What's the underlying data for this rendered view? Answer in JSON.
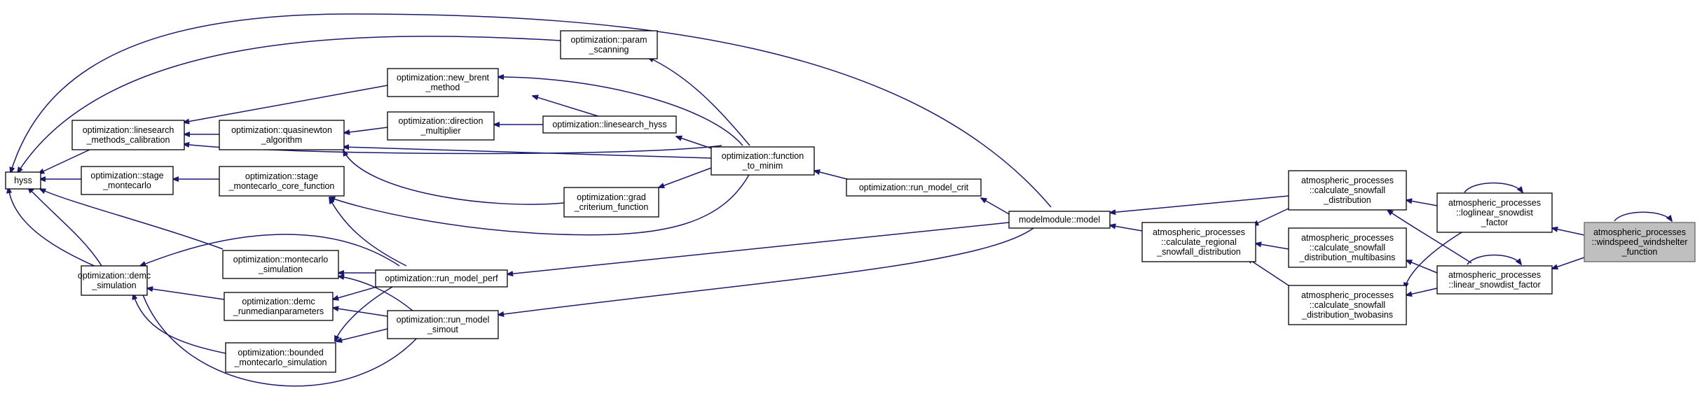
{
  "graph": {
    "colors": {
      "edge": "#191970",
      "node_fill": "#ffffff",
      "node_border": "#000000",
      "focus_fill": "#bfbfbf",
      "focus_border": "#666666"
    },
    "nodes": [
      {
        "id": "hyss",
        "lines": [
          "hyss"
        ]
      },
      {
        "id": "linesearch_calibration",
        "lines": [
          "optimization::linesearch",
          "_methods_calibration"
        ]
      },
      {
        "id": "stage_montecarlo",
        "lines": [
          "optimization::stage",
          "_montecarlo"
        ]
      },
      {
        "id": "demc_simulation",
        "lines": [
          "optimization::demc",
          "_simulation"
        ]
      },
      {
        "id": "new_brent",
        "lines": [
          "optimization::new_brent",
          "_method"
        ]
      },
      {
        "id": "quasinewton",
        "lines": [
          "optimization::quasinewton",
          "_algorithm"
        ]
      },
      {
        "id": "direction_multiplier",
        "lines": [
          "optimization::direction",
          "_multiplier"
        ]
      },
      {
        "id": "stage_core",
        "lines": [
          "optimization::stage",
          "_montecarlo_core_function"
        ]
      },
      {
        "id": "montecarlo_sim",
        "lines": [
          "optimization::montecarlo",
          "_simulation"
        ]
      },
      {
        "id": "demc_runmedian",
        "lines": [
          "optimization::demc",
          "_runmedianparameters"
        ]
      },
      {
        "id": "bounded_mc",
        "lines": [
          "optimization::bounded",
          "_montecarlo_simulation"
        ]
      },
      {
        "id": "param_scanning",
        "lines": [
          "optimization::param",
          "_scanning"
        ]
      },
      {
        "id": "linesearch_hyss",
        "lines": [
          "optimization::linesearch_hyss"
        ]
      },
      {
        "id": "grad_criterium",
        "lines": [
          "optimization::grad",
          "_criterium_function"
        ]
      },
      {
        "id": "run_model_perf",
        "lines": [
          "optimization::run_model_perf"
        ]
      },
      {
        "id": "run_model_simout",
        "lines": [
          "optimization::run_model",
          "_simout"
        ]
      },
      {
        "id": "function_to_minim",
        "lines": [
          "optimization::function",
          "_to_minim"
        ]
      },
      {
        "id": "run_model_crit",
        "lines": [
          "optimization::run_model_crit"
        ]
      },
      {
        "id": "model",
        "lines": [
          "modelmodule::model"
        ]
      },
      {
        "id": "regional_snowfall",
        "lines": [
          "atmospheric_processes",
          "::calculate_regional",
          "_snowfall_distribution"
        ]
      },
      {
        "id": "snowfall_distribution",
        "lines": [
          "atmospheric_processes",
          "::calculate_snowfall",
          "_distribution"
        ]
      },
      {
        "id": "snowfall_multibasins",
        "lines": [
          "atmospheric_processes",
          "::calculate_snowfall",
          "_distribution_multibasins"
        ]
      },
      {
        "id": "snowfall_twobasins",
        "lines": [
          "atmospheric_processes",
          "::calculate_snowfall",
          "_distribution_twobasins"
        ]
      },
      {
        "id": "loglinear_snowdist",
        "lines": [
          "atmospheric_processes",
          "::loglinear_snowdist",
          "_factor"
        ]
      },
      {
        "id": "linear_snowdist",
        "lines": [
          "atmospheric_processes",
          "::linear_snowdist_factor"
        ]
      },
      {
        "id": "windspeed_windshelter",
        "lines": [
          "atmospheric_processes",
          "::windspeed_windshelter",
          "_function"
        ]
      }
    ]
  }
}
